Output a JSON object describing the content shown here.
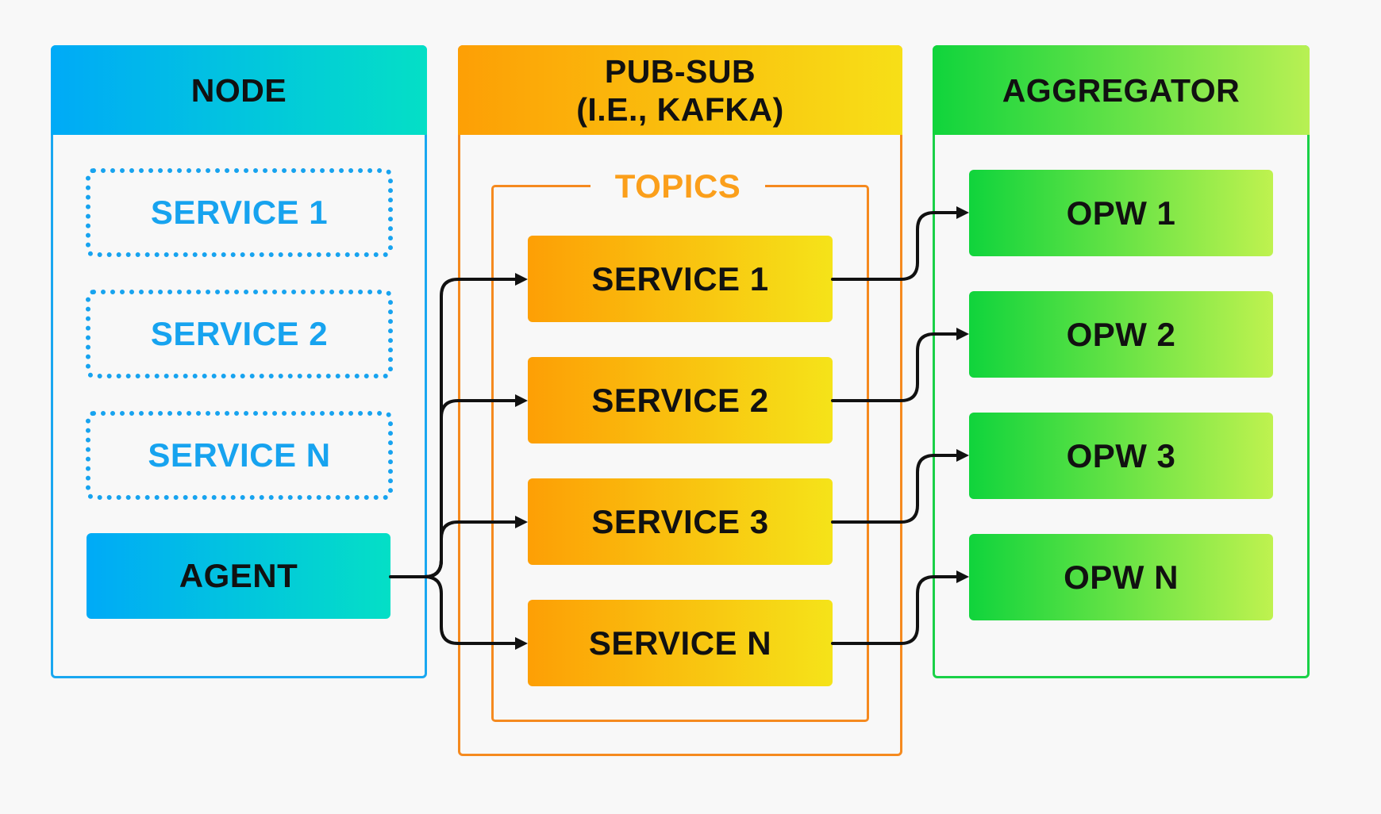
{
  "node": {
    "title": "NODE",
    "services": [
      "SERVICE 1",
      "SERVICE 2",
      "SERVICE N"
    ],
    "agent": "AGENT",
    "color": "#17a3ef"
  },
  "pubsub": {
    "title_line1": "PUB-SUB",
    "title_line2": "(I.E., KAFKA)",
    "topics_label": "TOPICS",
    "topics": [
      "SERVICE 1",
      "SERVICE 2",
      "SERVICE 3",
      "SERVICE N"
    ],
    "color": "#f58a1f"
  },
  "aggregator": {
    "title": "AGGREGATOR",
    "workers": [
      "OPW 1",
      "OPW 2",
      "OPW 3",
      "OPW N"
    ],
    "color": "#1ad148"
  }
}
